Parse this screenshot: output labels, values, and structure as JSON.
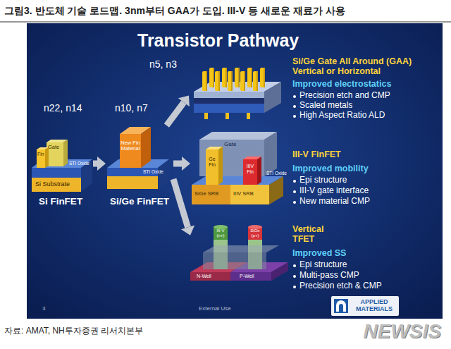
{
  "diagram": {
    "title": "그림3. 반도체 기술 로드맵. 3nm부터 GAA가 도입. III-V 등 새로운 재료가 사용",
    "nodes": [
      {
        "text": [
          "Transistor Pathway"
        ]
      },
      {
        "text": [
          "Si FinFET"
        ],
        "in": 0
      },
      {
        "text": [
          "Si/Ge FinFET"
        ],
        "in": 0
      },
      {
        "text": [
          "Si/Ge Gate All Around (GAA)",
          "Vertical or Horizontal",
          "Improved electrostatics",
          "Precision etch and CMP",
          "Scaled metals",
          "High Aspect Ratio ALD"
        ],
        "in": 0
      },
      {
        "text": [
          "III-V FinFET",
          "Improved mobility",
          "Epi structure",
          "III-V gate interface",
          "New material CMP"
        ],
        "in": 0
      },
      {
        "text": [
          "Vertical TFET",
          "Improved SS",
          "Epi structure",
          "Multi-pass CMP",
          "Precision etch & CMP"
        ],
        "in": 0
      }
    ],
    "edges": [
      {
        "from": 1,
        "to": 2,
        "arrow": "to"
      },
      {
        "from": 2,
        "to": 3,
        "arrow": "to"
      },
      {
        "from": 2,
        "to": 4,
        "arrow": "to"
      },
      {
        "from": 2,
        "to": 5,
        "arrow": "to"
      }
    ],
    "labels": [
      "n22, n14",
      "n10, n7",
      "n5, n3",
      "Gate",
      "Fin",
      "STI Oxide",
      "Si Substrate",
      "New Fin Material",
      "STI Oxide",
      "Gate",
      "Ge Fin",
      "IIIV Fin",
      "STI Oxide",
      "SiGe SRB",
      "IIIV SRB",
      "III-V (n+)",
      "SiGe (p+)",
      "N-Well",
      "P-Well",
      "3",
      "External Use",
      "APPLIED MATERIALS",
      "자료: AMAT, NH투자증권 리서치본부",
      "NEWSIS"
    ]
  }
}
